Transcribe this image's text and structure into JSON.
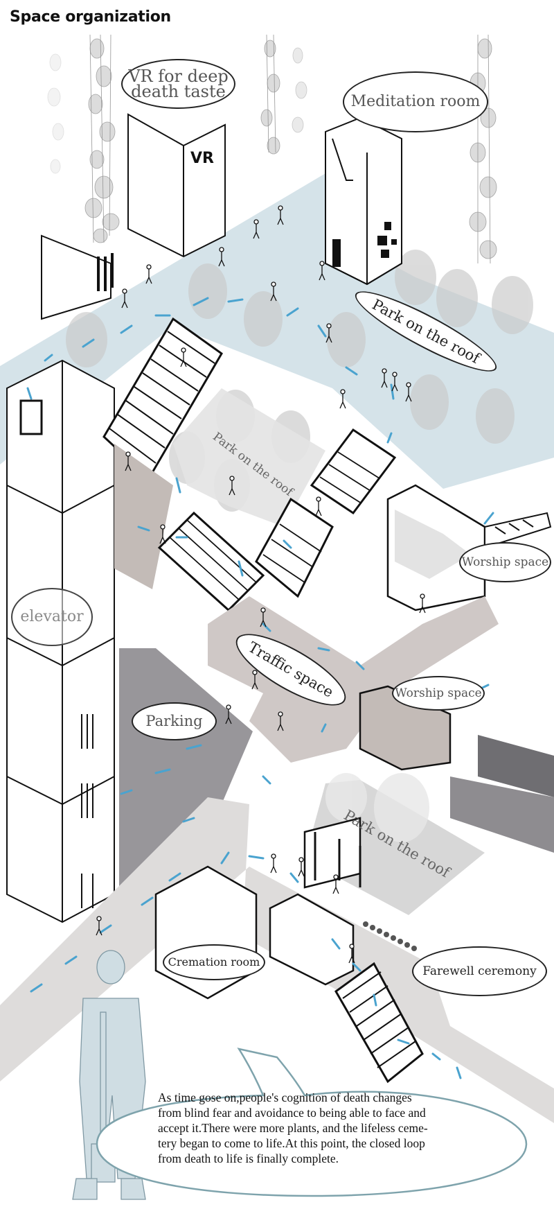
{
  "header": {
    "title": "Space organization"
  },
  "labels": {
    "vr": {
      "line1": "VR for deep",
      "line2": "death taste"
    },
    "meditation": "Meditation room",
    "park_top": "Park on the roof",
    "park_mid": "Park on the roof",
    "worship_upper": "Worship space",
    "elevator": "elevator",
    "traffic": "Traffic space",
    "worship_lower": "Worship space",
    "parking": "Parking",
    "park_low": "Park on the roof",
    "cremation": "Cremation room",
    "farewell": "Farewell ceremony"
  },
  "signage": {
    "vr_sign": "VR"
  },
  "speech_bubble": {
    "text": "As time gose on,people's cognition of death changes from blind fear and avoidance to being able to face and accept it.There were more plants, and the lifeless cemetery began to come to life.At this point, the closed loop from death to life is finally complete.",
    "lines": [
      "As time gose on,people's cognition of death changes",
      "from blind fear and avoidance to being able to face and",
      "accept it.There were more plants, and the lifeless ceme-",
      "tery began to come to life.At this point, the closed loop",
      "from death to life is finally complete."
    ]
  },
  "colors": {
    "roof_park": "#d5e3e9",
    "path_dash": "#4aa3cf",
    "plaza_grey": "#cfc8c6",
    "parking_grey": "#98969a",
    "light_grey": "#e3e3e3",
    "warm_grey": "#c3bbb7",
    "ink": "#111111",
    "figure": "#cfdde3"
  }
}
